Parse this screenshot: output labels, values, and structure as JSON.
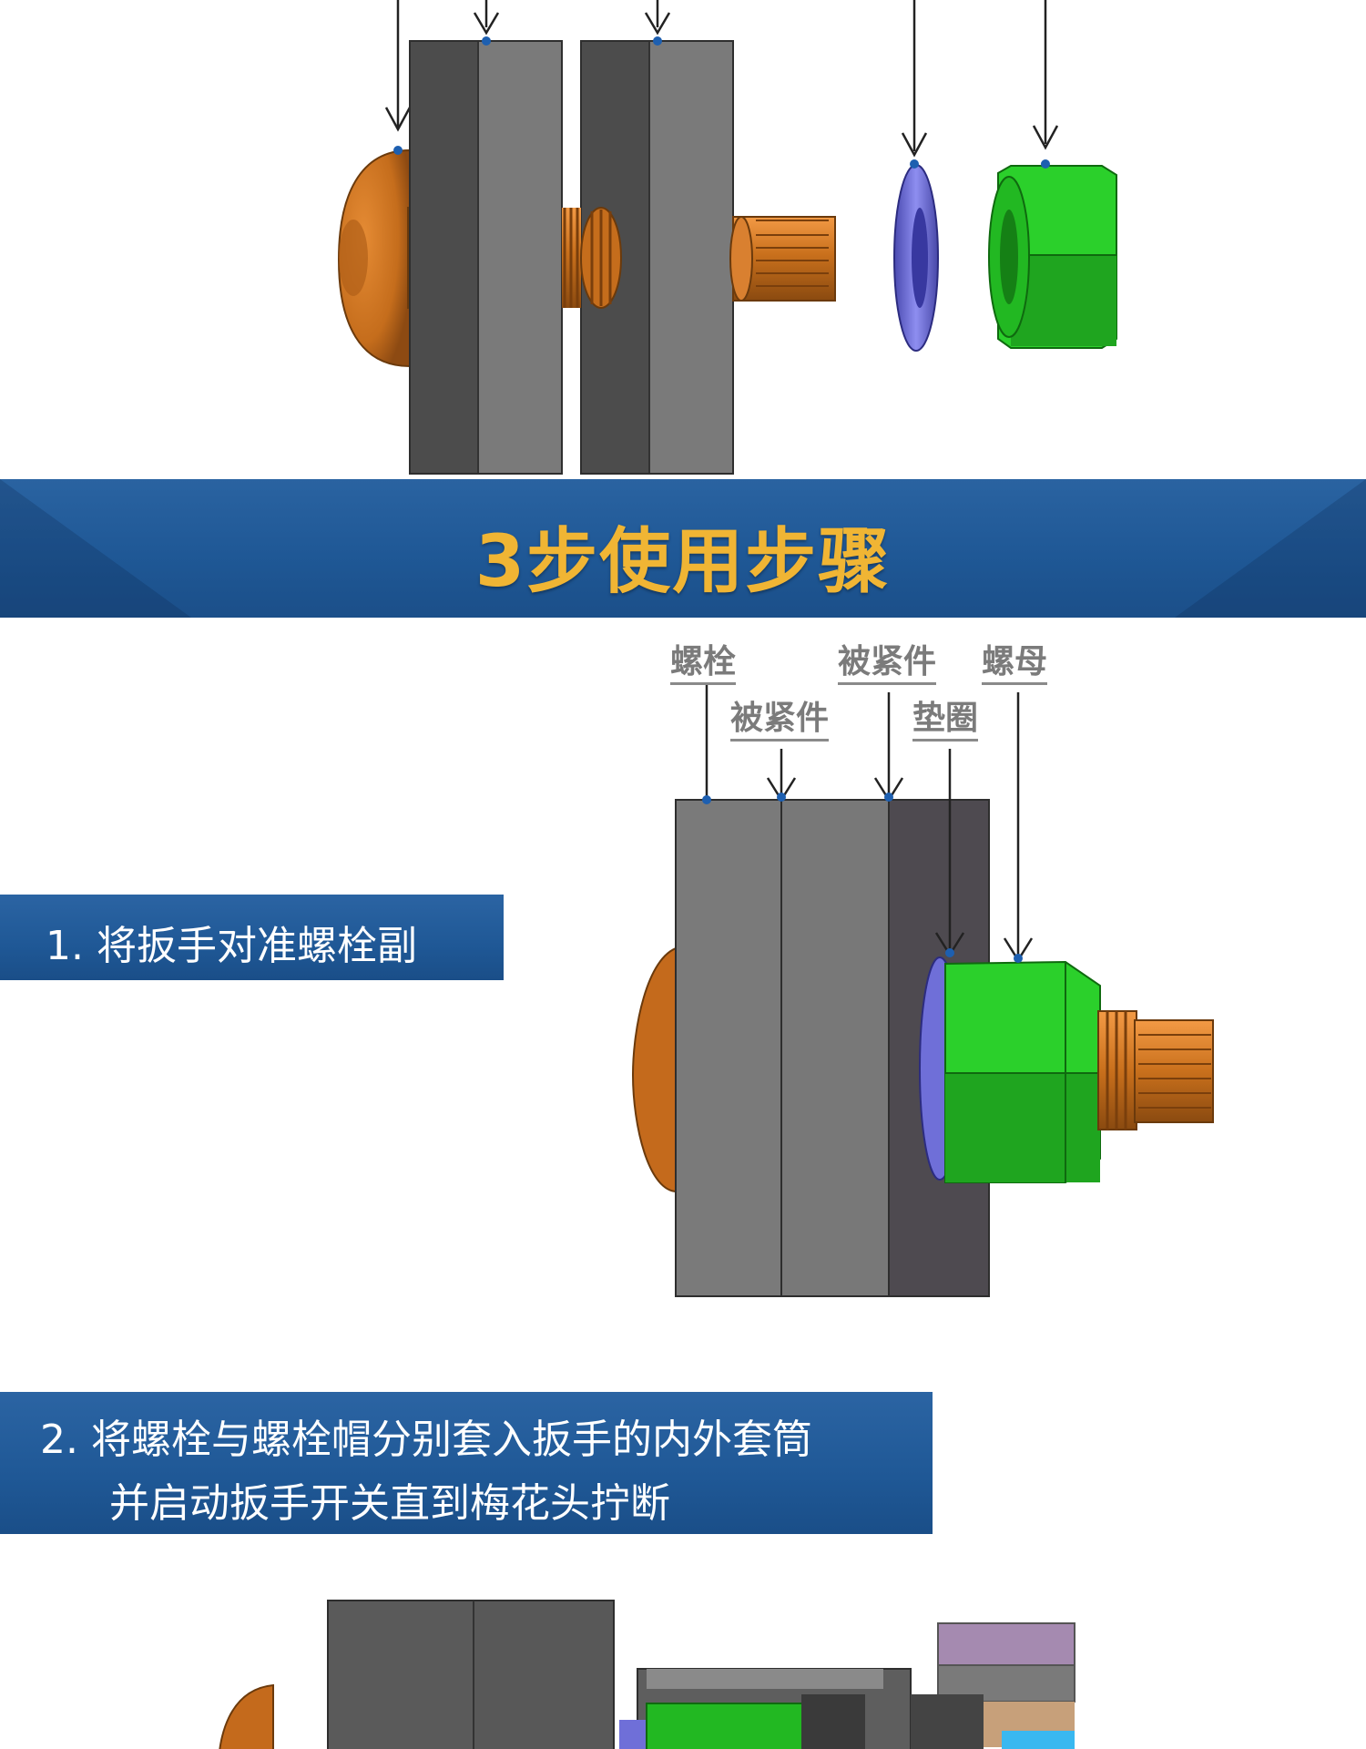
{
  "section": {
    "title": "3步使用步骤"
  },
  "step1": {
    "text": "1. 将扳手对准螺栓副",
    "labels": {
      "bolt": "螺栓",
      "fastened_a": "被紧件",
      "fastened_b": "被紧件",
      "washer": "垫圈",
      "nut": "螺母"
    }
  },
  "step2": {
    "line1": "2. 将螺栓与螺栓帽分别套入扳手的内外套筒",
    "line2": "并启动扳手开关直到梅花头拧断"
  },
  "colors": {
    "banner": "#1f5896",
    "title": "#f0b534",
    "bolt": "#c8731e",
    "nut": "#2ad22a",
    "washer": "#6e6ed8",
    "plate": "#6a6a6a"
  }
}
